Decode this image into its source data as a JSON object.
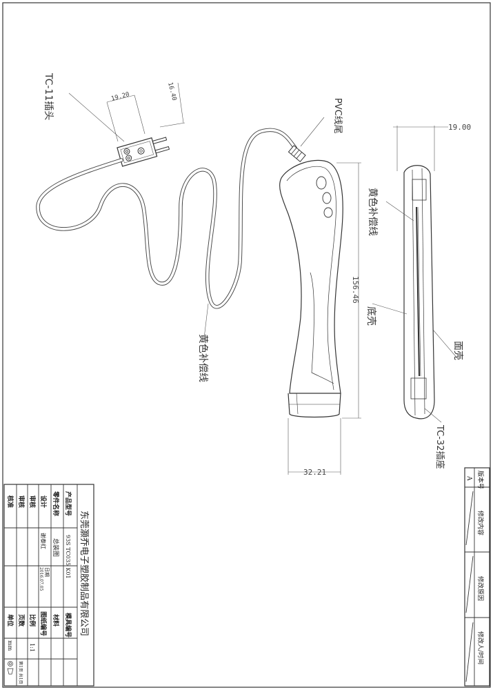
{
  "labels": {
    "plug": "TC-11插头",
    "tail": "PVC线尾",
    "wire_right": "黄色补偿线",
    "wire_center": "黄色补偿线",
    "bottom_shell": "底壳",
    "top_shell": "面壳",
    "socket": "TC-32插座"
  },
  "dims": {
    "plug_width": "19.20",
    "plug_height": "16.40",
    "thickness": "19.00",
    "length": "156.46",
    "width": "32.21"
  },
  "title_block": {
    "company": "东莞灏乔电子塑胶制品有限公司",
    "product_model_label": "产品型号",
    "product_model_value": "93S TC035 K01",
    "part_name_label": "零件名称",
    "part_name_value": "总装图",
    "design_label": "设计",
    "design_name": "谢泰红",
    "design_days": "日期",
    "design_date": "2016.07.05",
    "review1_label": "审核",
    "review2_label": "审核",
    "approve_label": "核准",
    "mold_no_label": "模具编号",
    "material_label": "材料",
    "drawing_no_label": "图纸编号",
    "scale_label": "比例",
    "pages_label": "页数",
    "unit_label": "单位",
    "unit_value": "mm",
    "scale_value": "1:1",
    "page_value": "第1页 共1页"
  },
  "revision_block": {
    "version_label": "版本号",
    "version_value": "A",
    "content_label": "修改内容",
    "reason_label": "修改原因",
    "person_label": "修改人/时间"
  }
}
